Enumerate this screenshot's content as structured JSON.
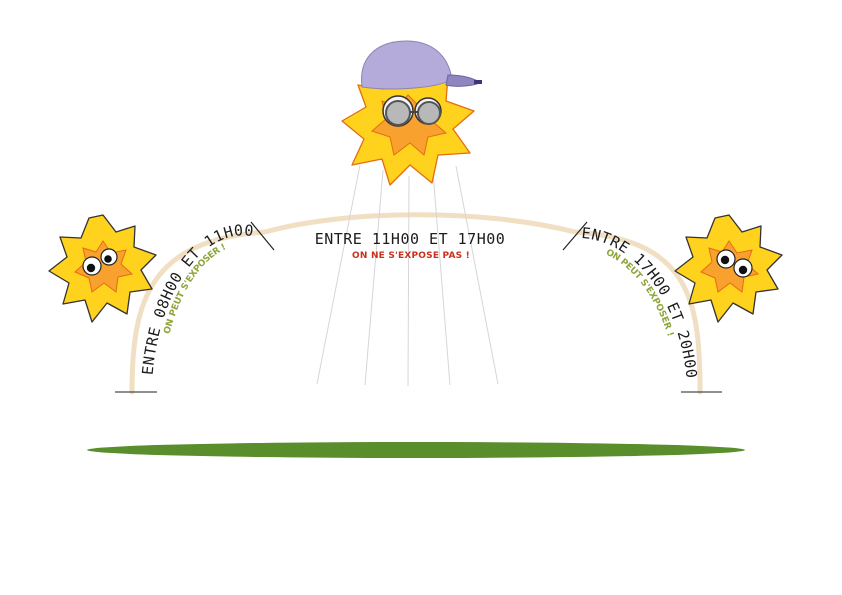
{
  "periods": {
    "morning": {
      "title": "Entre 08h00 et 11h00",
      "note": "On peut s'exposer !"
    },
    "midday": {
      "title": "Entre 11h00 et 17h00",
      "note": "On ne s'expose pas !"
    },
    "evening": {
      "title": "Entre 17h00 et 20h00",
      "note": "On peut s'exposer !"
    }
  },
  "colors": {
    "arc": "#f1dfc4",
    "ground": "#5a8e2c",
    "sun_outer": "#ffd21e",
    "sun_inner": "#f9a12e",
    "sun_outline": "#e36d11",
    "cap": "#b5abda",
    "ok_note": "#8ea53c",
    "warning_note": "#c8311d",
    "rays": "#d6d6d6"
  },
  "icons": {
    "morning_sun": "sun-face-icon",
    "midday_sun": "sun-with-cap-and-glasses-icon",
    "evening_sun": "sun-face-icon"
  }
}
